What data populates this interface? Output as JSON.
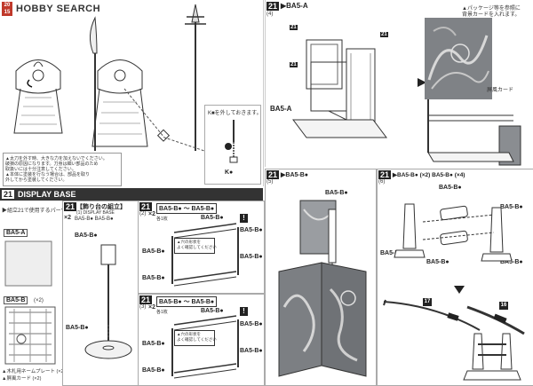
{
  "logo": {
    "badge_top": "20",
    "badge_bottom": "15",
    "brand": "HOBBY SEARCH"
  },
  "top_left": {
    "note": "K■を外しておきます。",
    "part_label": "K●",
    "caution_lines": [
      "▲太刀を外す時、大きな力を加えないでください。",
      "破損の原因になります。刀身は細い部品のため",
      "取扱いには十分注意してください。",
      "▲本体に塗装を行なう場合は、部品を取り",
      "外してから塗装してください。"
    ]
  },
  "top_right": {
    "step": "21",
    "sub": "(4)",
    "title": "▶BA5-A",
    "note_lines": [
      "▲パッケージ等を参照に",
      "背景カードを入れます。"
    ],
    "parts": [
      "21",
      "21",
      "21"
    ],
    "base_label": "BA5-A",
    "card_label": "屏風カード"
  },
  "display_base": {
    "step": "21",
    "title": "DISPLAY BASE",
    "subtitle": "▶組立21で使用するパーツ",
    "part_a": "BA5-A",
    "part_b": "BA5-B",
    "part_b_count": "(×2)",
    "footer": [
      "▲木札用ネームプレート (×2)",
      "▲屏風カード (×2)"
    ]
  },
  "stand_assembly": {
    "step": "21",
    "title": "【飾り台の組立】",
    "sub": "(1) DISPLAY BASE",
    "multiplier": "×2",
    "parts_header": "BA5-B● BA5-B●",
    "pole_label": "BA5-B●",
    "base_label": "BA5-B●"
  },
  "frame_top": {
    "step": "21",
    "sub": "(2)",
    "multiplier": "×2",
    "title": "BA5-B● ～ BA5-B●",
    "label_note": "各1枚",
    "labels": [
      "BA5-B●",
      "BA5-B●",
      "BA5-B●",
      "BA5-B●",
      "BA5-B●"
    ],
    "warning": "!",
    "note": "▲穴の形状を\nよく確認してください"
  },
  "frame_bottom": {
    "step": "21",
    "sub": "(3)",
    "multiplier": "×2",
    "title": "BA5-B● ～ BA5-B●",
    "label_note": "各1枚",
    "labels": [
      "BA5-B●",
      "BA5-B●",
      "BA5-B●",
      "BA5-B●",
      "BA5-B●"
    ],
    "warning": "!",
    "note": "▲穴の形状を\nよく確認してください"
  },
  "folding_screen": {
    "step": "21",
    "sub": "(5)",
    "title": "▶BA5-B●",
    "label": "BA5-B●"
  },
  "sword_rack": {
    "step": "21",
    "sub": "(6)",
    "title": "▶BA5-B● (×2) BA5-B● (×4)",
    "labels": [
      "BA5-B●",
      "BA5-B●",
      "BA5-B●",
      "BA5-B●",
      "BA5-B●"
    ],
    "markers": [
      "17",
      "16"
    ]
  }
}
